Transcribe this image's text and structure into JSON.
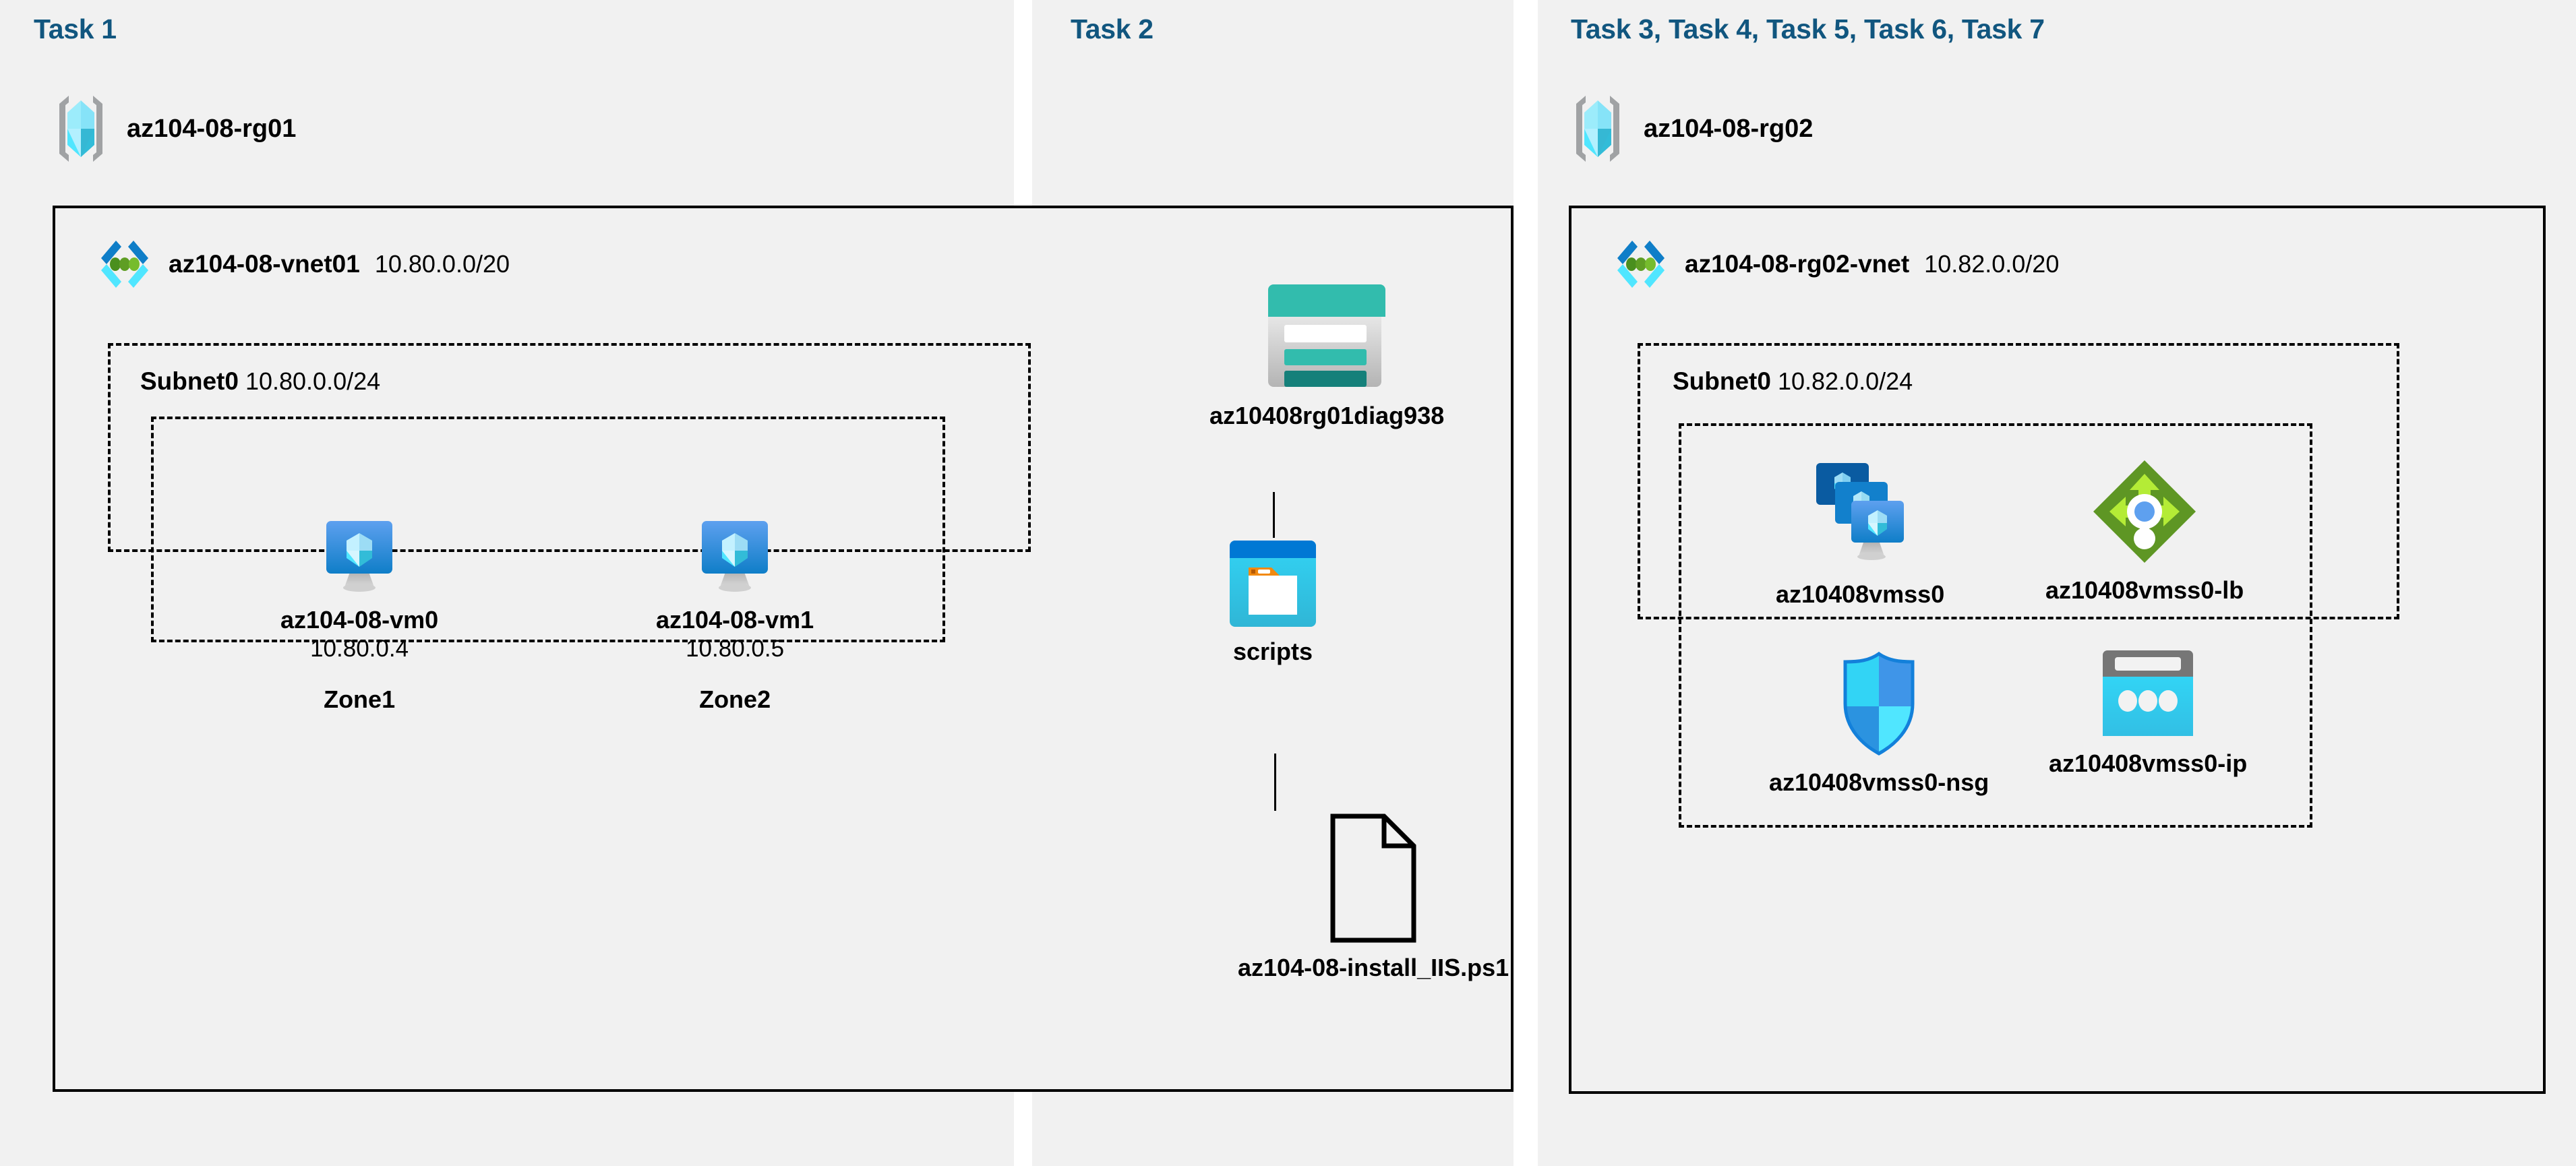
{
  "panels": [
    {
      "title": "Task 1"
    },
    {
      "title": "Task 2"
    },
    {
      "title": "Task 3, Task 4, Task 5, Task 6, Task 7"
    }
  ],
  "colors": {
    "task_title": "#11567f",
    "panel_bg": "#f1f1f1",
    "border": "#000000",
    "vm_blue": "#3f95e8",
    "vnet_blue": "#1a8ad6",
    "vnet_green": "#5e9624",
    "lb_green": "#76bc2d",
    "storage_teal": "#32bcad",
    "blob_blue": "#0078d4",
    "nsg_cyan": "#32d4f5",
    "ip_cyan": "#32c9ec"
  },
  "task1": {
    "resource_group": {
      "name": "az104-08-rg01",
      "icon": "resource-group-icon"
    },
    "vnet": {
      "name": "az104-08-vnet01",
      "cidr": "10.80.0.0/20",
      "icon": "virtual-network-icon"
    },
    "subnet": {
      "name": "Subnet0",
      "cidr": "10.80.0.0/24"
    },
    "vms": [
      {
        "name": "az104-08-vm0",
        "ip": "10.80.0.4",
        "zone": "Zone1",
        "icon": "virtual-machine-icon"
      },
      {
        "name": "az104-08-vm1",
        "ip": "10.80.0.5",
        "zone": "Zone2",
        "icon": "virtual-machine-icon"
      }
    ]
  },
  "task2": {
    "storage_account": {
      "name": "az10408rg01diag938",
      "icon": "storage-account-icon"
    },
    "container": {
      "name": "scripts",
      "icon": "blob-container-icon"
    },
    "file": {
      "name": "az104-08-install_IIS.ps1",
      "icon": "file-icon"
    }
  },
  "task3": {
    "resource_group": {
      "name": "az104-08-rg02",
      "icon": "resource-group-icon"
    },
    "vnet": {
      "name": "az104-08-rg02-vnet",
      "cidr": "10.82.0.0/20",
      "icon": "virtual-network-icon"
    },
    "subnet": {
      "name": "Subnet0",
      "cidr": "10.82.0.0/24"
    },
    "resources": [
      {
        "name": "az10408vmss0",
        "icon": "vm-scale-set-icon"
      },
      {
        "name": "az10408vmss0-lb",
        "icon": "load-balancer-icon"
      },
      {
        "name": "az10408vmss0-nsg",
        "icon": "network-security-group-icon"
      },
      {
        "name": "az10408vmss0-ip",
        "icon": "public-ip-address-icon"
      }
    ]
  }
}
